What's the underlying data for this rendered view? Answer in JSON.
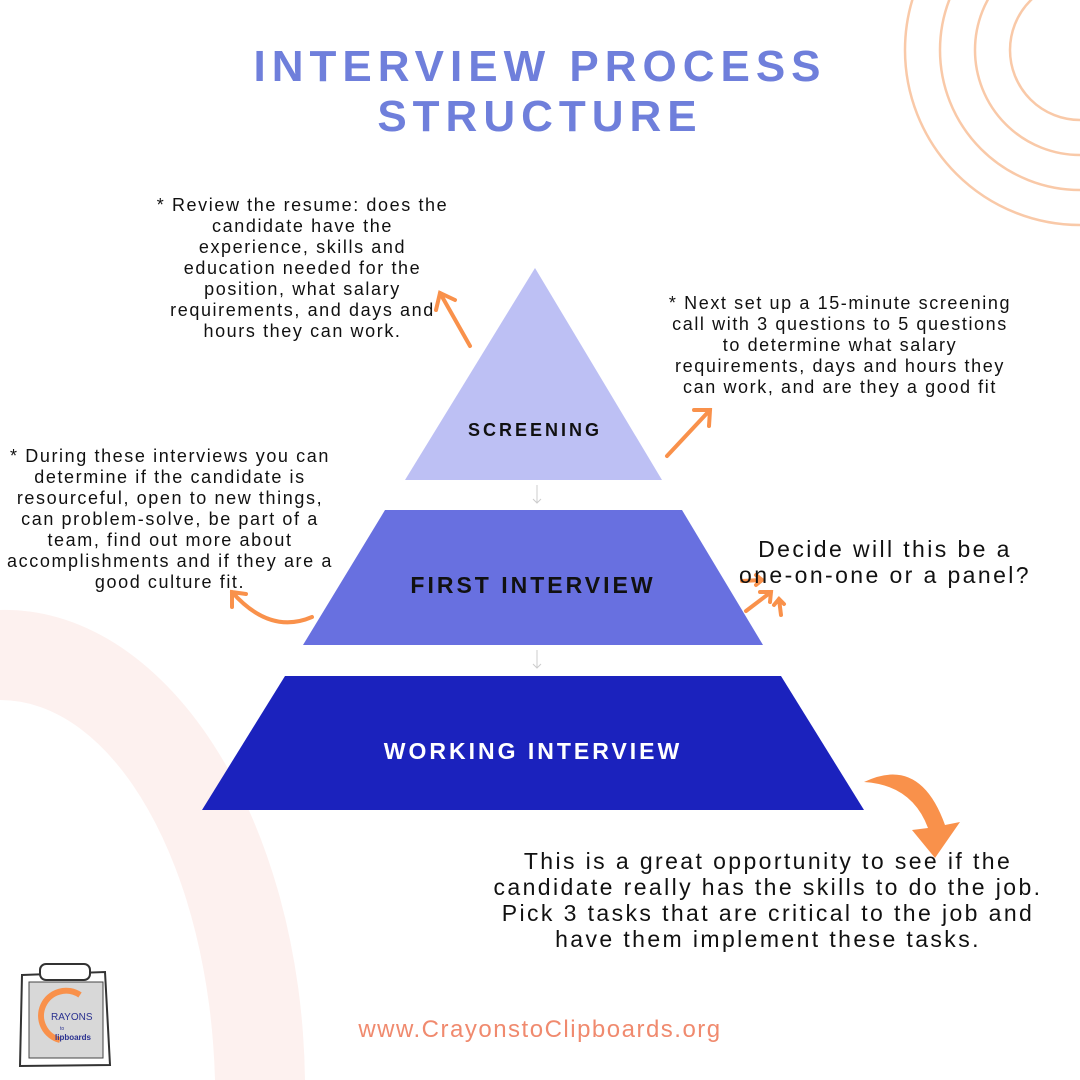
{
  "title": {
    "line1": "INTERVIEW PROCESS",
    "line2": "STRUCTURE"
  },
  "levels": [
    {
      "label": "SCREENING",
      "color": "#BDC0F4"
    },
    {
      "label": "FIRST INTERVIEW",
      "color": "#6870E0"
    },
    {
      "label": "WORKING INTERVIEW",
      "color": "#1B22BD"
    }
  ],
  "notes": {
    "resume": "* Review the resume: does the candidate have the experience, skills and education needed for the position, what salary requirements, and days and hours they can work.",
    "screening_call": "* Next set up a 15-minute screening call with 3 questions to 5 questions to determine what salary requirements, days and hours they can work, and are they a good fit",
    "first_interview": "* During these interviews you can determine if the candidate is resourceful, open to new things, can problem-solve, be part of a team, find out more about accomplishments and if they are a good culture fit.",
    "format": "Decide will this be a one-on-one or a panel?",
    "working": "This is a great opportunity to see if the candidate really has the skills to do the job.  Pick 3 tasks that are critical to the job and have them implement these tasks."
  },
  "logo": {
    "text1": "RAYONS",
    "text2": "to",
    "text3": "lipboards"
  },
  "footer_url": "www.CrayonstoClipboards.org",
  "colors": {
    "accent": "#F9914B",
    "title": "#6F7FDB"
  }
}
